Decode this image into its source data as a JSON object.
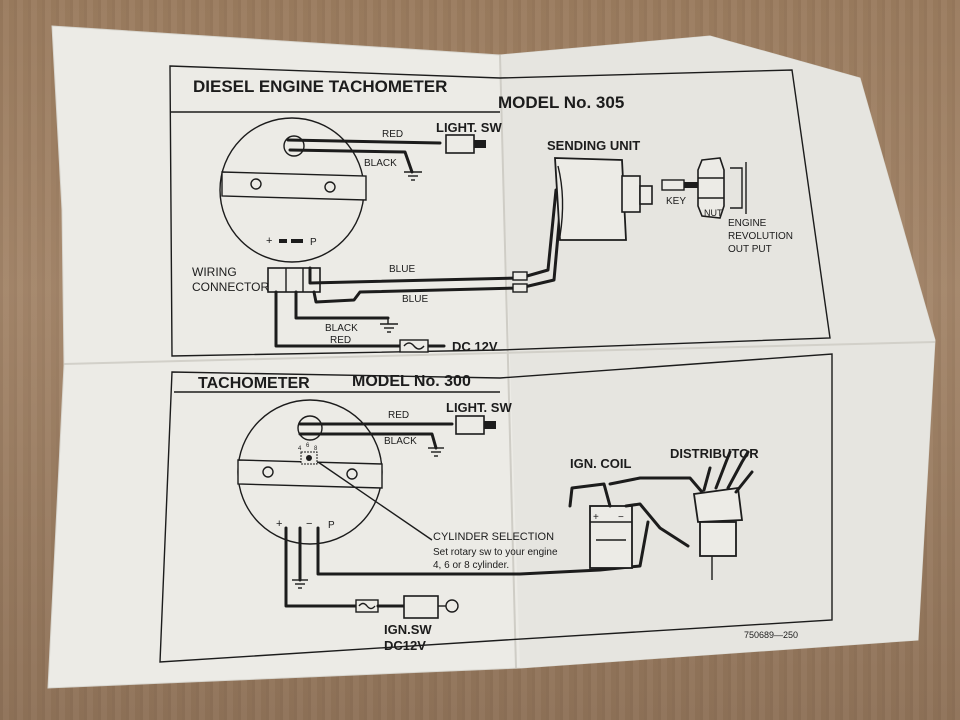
{
  "top": {
    "title_left": "DIESEL ENGINE TACHOMETER",
    "title_right": "MODEL No. 305",
    "red": "RED",
    "light_sw": "LIGHT. SW",
    "black": "BLACK",
    "sending_unit": "SENDING UNIT",
    "key": "KEY",
    "nut": "NUT",
    "engine_line1": "ENGINE",
    "engine_line2": "REVOLUTION",
    "engine_line3": "OUT PUT",
    "plus": "+",
    "minus": "−",
    "p": "P",
    "wiring_line1": "WIRING",
    "wiring_line2": "CONNECTOR",
    "blue1": "BLUE",
    "blue2": "BLUE",
    "black2": "BLACK",
    "red2": "RED",
    "dc12v": "DC 12V"
  },
  "bottom": {
    "title_left": "TACHOMETER",
    "title_right": "MODEL No. 300",
    "red": "RED",
    "light_sw": "LIGHT. SW",
    "black": "BLACK",
    "ign_coil": "IGN. COIL",
    "distributor": "DISTRIBUTOR",
    "plus": "+",
    "minus": "−",
    "p": "P",
    "cyl_title": "CYLINDER SELECTION",
    "cyl_line1": "Set rotary sw to your engine",
    "cyl_line2": "4, 6 or 8 cylinder.",
    "sw_4": "4",
    "sw_6": "6",
    "sw_8": "8",
    "ign_sw": "IGN.SW",
    "dc12v": "DC12V",
    "part_no": "750689—250"
  }
}
